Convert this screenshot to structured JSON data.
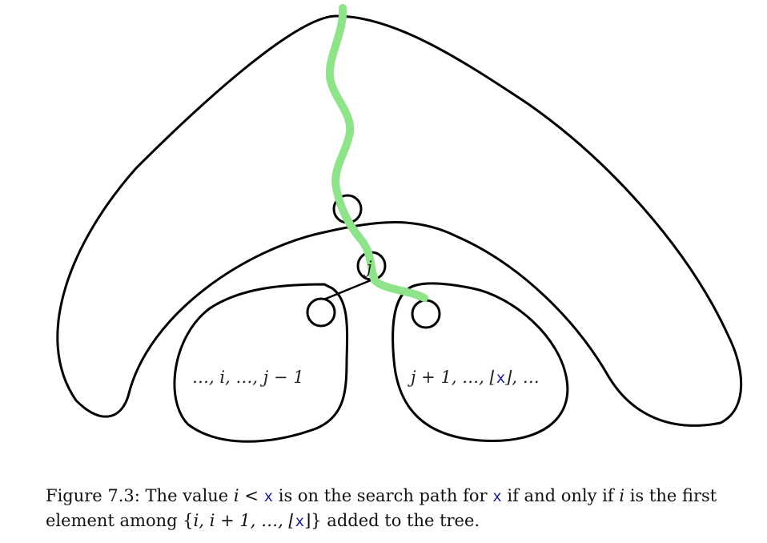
{
  "figure": {
    "node_j_label": "j",
    "left_subtree_label": "…, i, …, j − 1",
    "right_subtree_label_prefix": "j + 1, …, ⌊",
    "right_subtree_label_code": "x",
    "right_subtree_label_suffix": "⌋, …",
    "search_path_color": "#8fe38a",
    "outline_color": "#000000"
  },
  "caption": {
    "line1_part1": "Figure 7.3: The value ",
    "line1_math": "i < ",
    "line1_code1": "x",
    "line1_part2": " is on the search path for ",
    "line1_code2": "x",
    "line1_part3": " if and only if ",
    "line1_math2": "i",
    "line1_part4": " is the first",
    "line2_part1": "element among {",
    "line2_math": "i, i + 1, …, ⌊",
    "line2_code": "x",
    "line2_part2": "⌋} added to the tree."
  }
}
